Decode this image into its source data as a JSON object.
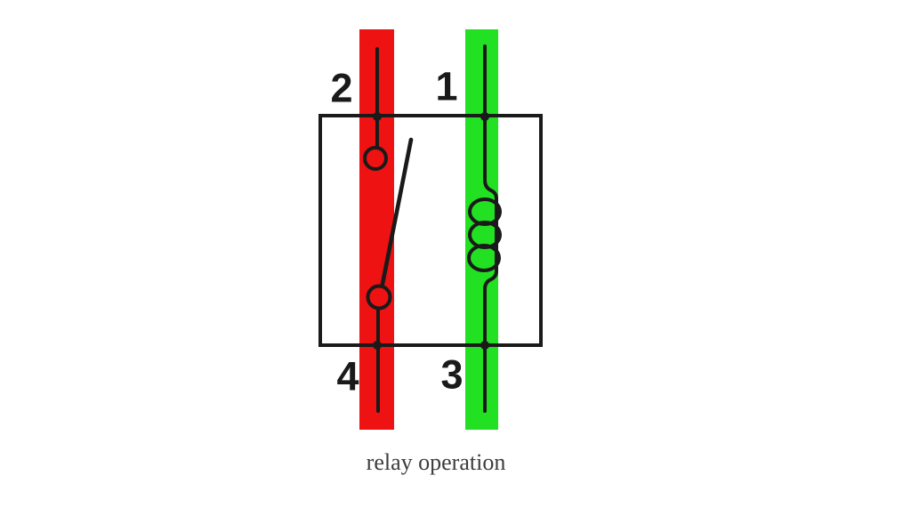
{
  "diagram": {
    "caption": "relay operation",
    "terminals": {
      "top_left": "2",
      "top_right": "1",
      "bottom_left": "4",
      "bottom_right": "3"
    },
    "symbols": {
      "left_branch": "switch-contact-symbol",
      "right_branch": "coil-symbol"
    },
    "colors": {
      "switch_highlight": "#ee1212",
      "coil_highlight": "#22e022",
      "line": "#1a1a1a",
      "caption_text": "#3c3c3c",
      "background": "#ffffff"
    }
  }
}
